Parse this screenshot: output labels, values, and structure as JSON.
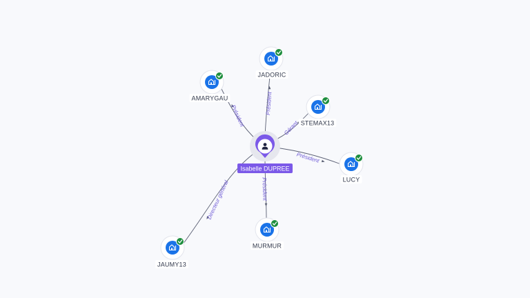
{
  "graph": {
    "center": {
      "name": "Isabelle DUPREE",
      "icon": "person-icon",
      "color": "#7b59e8"
    },
    "companies": [
      {
        "id": "jadoric",
        "name": "JADORIC",
        "role": "Président",
        "verified": true
      },
      {
        "id": "amarygau",
        "name": "AMARYGAU",
        "role": "Président",
        "verified": true
      },
      {
        "id": "stemax13",
        "name": "STEMAX13",
        "role": "Gérant",
        "verified": true
      },
      {
        "id": "lucy",
        "name": "LUCY",
        "role": "Président",
        "verified": true
      },
      {
        "id": "murmur",
        "name": "MURMUR",
        "role": "Président",
        "verified": true
      },
      {
        "id": "jaumy13",
        "name": "JAUMY13",
        "role": "Directeur général",
        "verified": true
      }
    ],
    "colors": {
      "company_icon": "#1a73e8",
      "verified_badge": "#1e8e3e",
      "edge": "#5a5f73",
      "edge_label": "#6f5bd6"
    }
  }
}
